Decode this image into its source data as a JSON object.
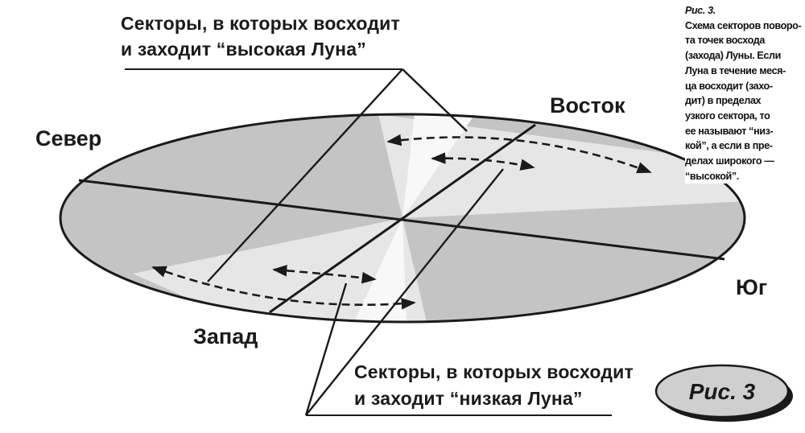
{
  "figure_caption": {
    "label": "Рис. 3.",
    "lines": [
      "Схема секторов поворо-",
      "та точек восхода",
      "(захода) Луны. Если",
      "Луна в течение меся-",
      "ца восходит (захо-",
      "дит) в пределах",
      "узкого сектора, то",
      "ее называют “низ-",
      "кой”,  а если в пре-",
      "делах широкого —",
      "“высокой”."
    ]
  },
  "callouts": {
    "high_moon": [
      "Секторы, в которых восходит",
      "и заходит “высокая Луна”"
    ],
    "low_moon": [
      "Секторы, в которых восходит",
      "и заходит “низкая Луна”"
    ]
  },
  "directions": {
    "north": "Север",
    "east": "Восток",
    "south": "Юг",
    "west": "Запад"
  },
  "badge": {
    "text": "Рис. 3"
  },
  "colors": {
    "plate": "#c4c4c4",
    "sector_light": "#e8e8e8",
    "ink": "#1a1a1a",
    "badge_fill": "#cfcfcf"
  }
}
